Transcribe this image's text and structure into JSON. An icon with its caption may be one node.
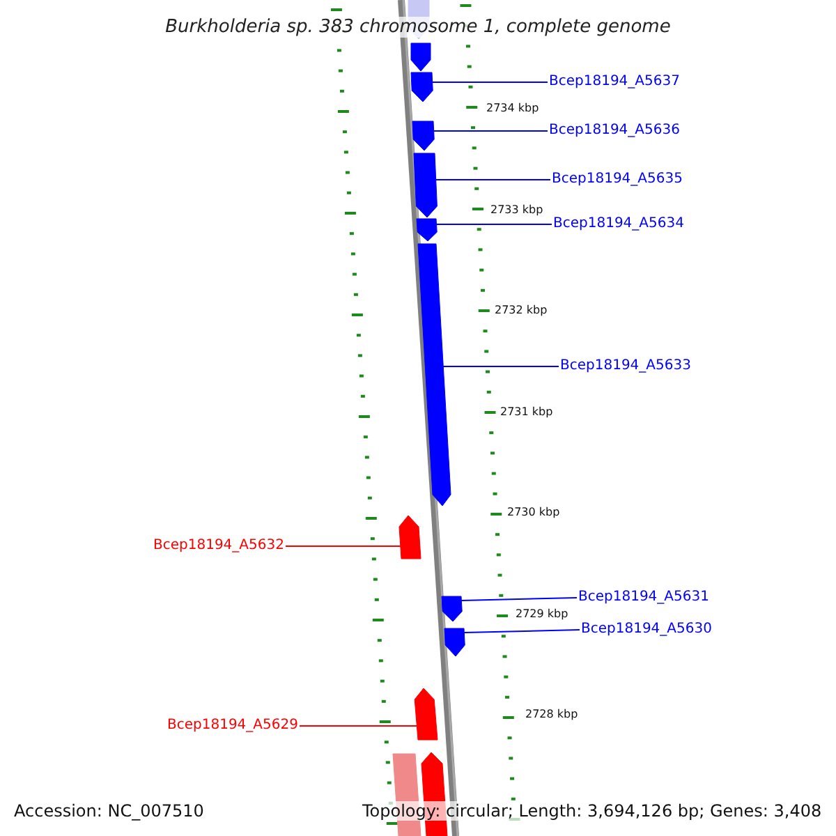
{
  "diagram": {
    "title": "Burkholderia sp. 383 chromosome 1, complete genome",
    "nodes": [
      {
        "text": [],
        "shape": "arrow"
      },
      {
        "text": [],
        "shape": "arrow"
      },
      {
        "text": [
          "Bcep18194_A5637"
        ]
      },
      {
        "text": [],
        "shape": "arrow"
      },
      {
        "text": [
          "Bcep18194_A5636"
        ]
      },
      {
        "text": [],
        "shape": "arrow"
      },
      {
        "text": [
          "Bcep18194_A5635"
        ]
      },
      {
        "text": [],
        "shape": "arrow"
      },
      {
        "text": [
          "Bcep18194_A5634"
        ]
      },
      {
        "text": [],
        "shape": "arrow"
      },
      {
        "text": [
          "Bcep18194_A5633"
        ]
      },
      {
        "text": [],
        "shape": "arrow"
      },
      {
        "text": [],
        "shape": "arrow"
      },
      {
        "text": [
          "Bcep18194_A5632"
        ]
      },
      {
        "text": [
          "Bcep18194_A5631"
        ]
      },
      {
        "text": [],
        "shape": "arrow"
      },
      {
        "text": [
          "Bcep18194_A5630"
        ]
      },
      {
        "text": [],
        "shape": "arrow"
      },
      {
        "text": [
          "Bcep18194_A5629"
        ]
      },
      {
        "text": [],
        "shape": "arrow"
      },
      {
        "text": [],
        "shape": "box"
      },
      {
        "text": [],
        "shape": "arrow"
      }
    ],
    "edges": [
      {
        "from": 2,
        "to": 3,
        "arrow": "none"
      },
      {
        "from": 4,
        "to": 5,
        "arrow": "none"
      },
      {
        "from": 6,
        "to": 7,
        "arrow": "none"
      },
      {
        "from": 8,
        "to": 9,
        "arrow": "none"
      },
      {
        "from": 10,
        "to": 11,
        "arrow": "none"
      },
      {
        "from": 13,
        "to": 12,
        "arrow": "none",
        "color": "#ff0000"
      },
      {
        "from": 14,
        "to": 15,
        "arrow": "none"
      },
      {
        "from": 16,
        "to": 17,
        "arrow": "none"
      },
      {
        "from": 18,
        "to": 19,
        "arrow": "none",
        "color": "#ff0000"
      }
    ],
    "labels": [
      "2734 kbp",
      "2733 kbp",
      "2732 kbp",
      "2731 kbp",
      "2730 kbp",
      "2729 kbp",
      "2728 kbp",
      "Accession: NC_007510",
      "Topology: circular; Length: 3,694,126 bp; Genes: 3,408"
    ]
  }
}
